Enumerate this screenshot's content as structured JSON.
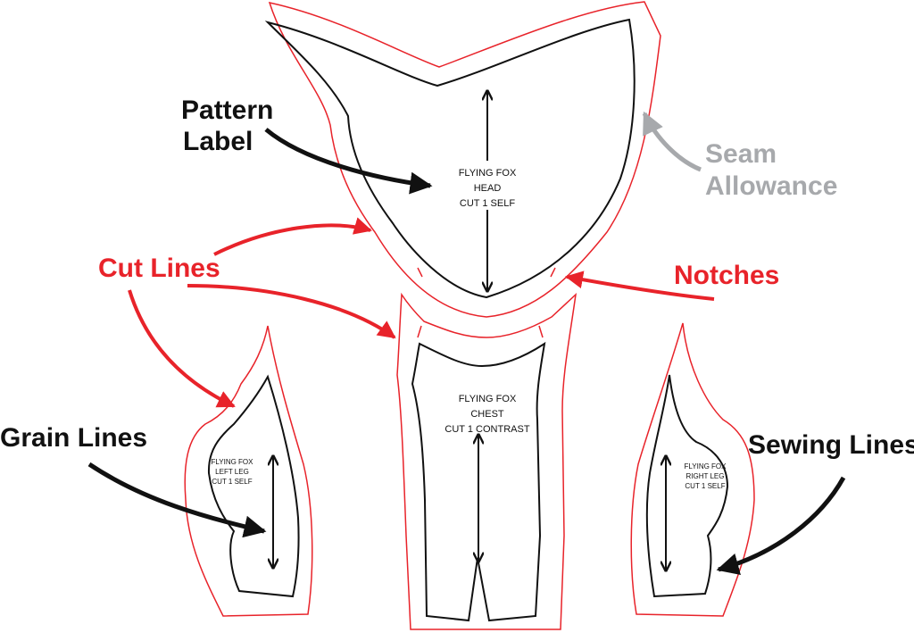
{
  "colors": {
    "cut": "#e8232a",
    "sew": "#111111",
    "seam": "#a7a9ac"
  },
  "callouts": {
    "pattern_label": [
      "Pattern",
      "Label"
    ],
    "seam_allowance": [
      "Seam",
      "Allowance"
    ],
    "cut_lines": "Cut Lines",
    "notches": "Notches",
    "grain_lines": "Grain Lines",
    "sewing_lines": "Sewing Lines"
  },
  "pieces": {
    "head": [
      "FLYING FOX",
      "HEAD",
      "CUT 1 SELF"
    ],
    "chest": [
      "FLYING FOX",
      "CHEST",
      "CUT 1 CONTRAST"
    ],
    "left_leg": [
      "FLYING FOX",
      "LEFT LEG",
      "CUT 1 SELF"
    ],
    "right_leg": [
      "FLYING FOX",
      "RIGHT LEG",
      "CUT 1 SELF"
    ]
  }
}
